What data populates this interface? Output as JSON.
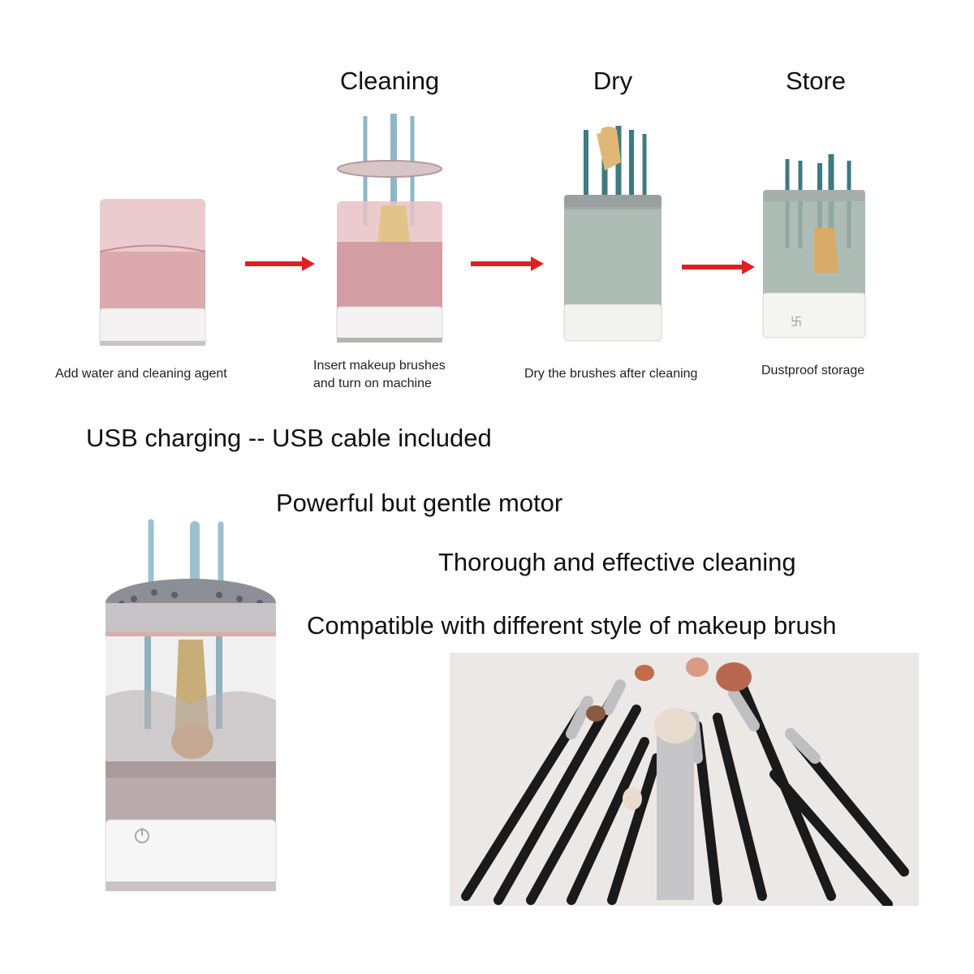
{
  "steps": [
    {
      "title": "",
      "caption": "Add water and cleaning agent"
    },
    {
      "title": "Cleaning",
      "caption_line1": "Insert makeup brushes",
      "caption_line2": "and turn on machine"
    },
    {
      "title": "Dry",
      "caption": "Dry the brushes after cleaning"
    },
    {
      "title": "Store",
      "caption": "Dustproof storage"
    }
  ],
  "features": [
    "USB charging -- USB cable included",
    "Powerful but gentle motor",
    "Thorough and effective cleaning",
    "Compatible with different style of makeup brush"
  ],
  "icons": {
    "arrow": "right-arrow",
    "power": "power-button"
  },
  "colors": {
    "arrow": "#e02020",
    "pink_tint": "#d9a4aa",
    "grey_tint": "#8f9e98",
    "brush_handle_blue": "#8fb6c6",
    "brush_bristle": "#d9b67a"
  }
}
